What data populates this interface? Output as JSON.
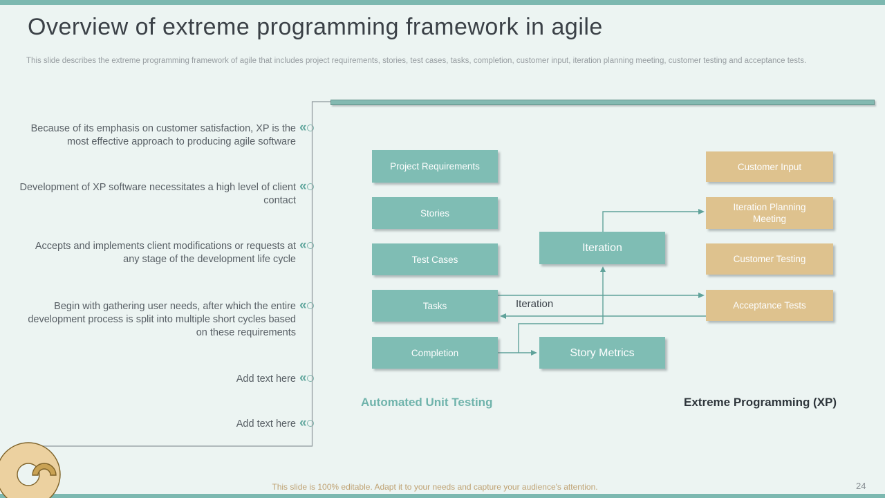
{
  "colors": {
    "background": "#ecf4f2",
    "accent_strip": "#7cb8b0",
    "teal_box": "#7fbdb4",
    "tan_box": "#dec28e",
    "connector": "#5fa29a",
    "bracket_line": "#8d969b",
    "gold_footer_text": "#bfa273",
    "title_text": "#3b4147"
  },
  "icons": {
    "double_chevron_left": "«"
  },
  "header": {
    "title": "Overview of extreme programming framework in agile",
    "subtitle": "This slide describes the extreme programming framework of agile that includes project requirements, stories, test cases, tasks, completion, customer input, iteration planning meeting, customer testing and acceptance tests."
  },
  "bullets": [
    "Because of its emphasis on customer satisfaction, XP is the most effective approach to producing agile software",
    "Development of XP software necessitates a high level of client contact",
    "Accepts and implements client modifications or requests at any stage of the development life cycle",
    "Begin with gathering user needs, after which the entire development process is split into multiple short cycles based on these requirements",
    "Add text here",
    "Add text here"
  ],
  "diagram": {
    "left_column": [
      "Project Requirements",
      "Stories",
      "Test Cases",
      "Tasks",
      "Completion"
    ],
    "center_boxes": [
      "Iteration",
      "Story Metrics"
    ],
    "right_column": [
      "Customer Input",
      "Iteration Planning Meeting",
      "Customer Testing",
      "Acceptance Tests"
    ],
    "flow_label": "Iteration",
    "caption_left": "Automated Unit Testing",
    "caption_right": "Extreme Programming (XP)"
  },
  "footer": {
    "note": "This slide is 100% editable. Adapt it to your needs and capture your audience's attention.",
    "page_number": "24"
  }
}
